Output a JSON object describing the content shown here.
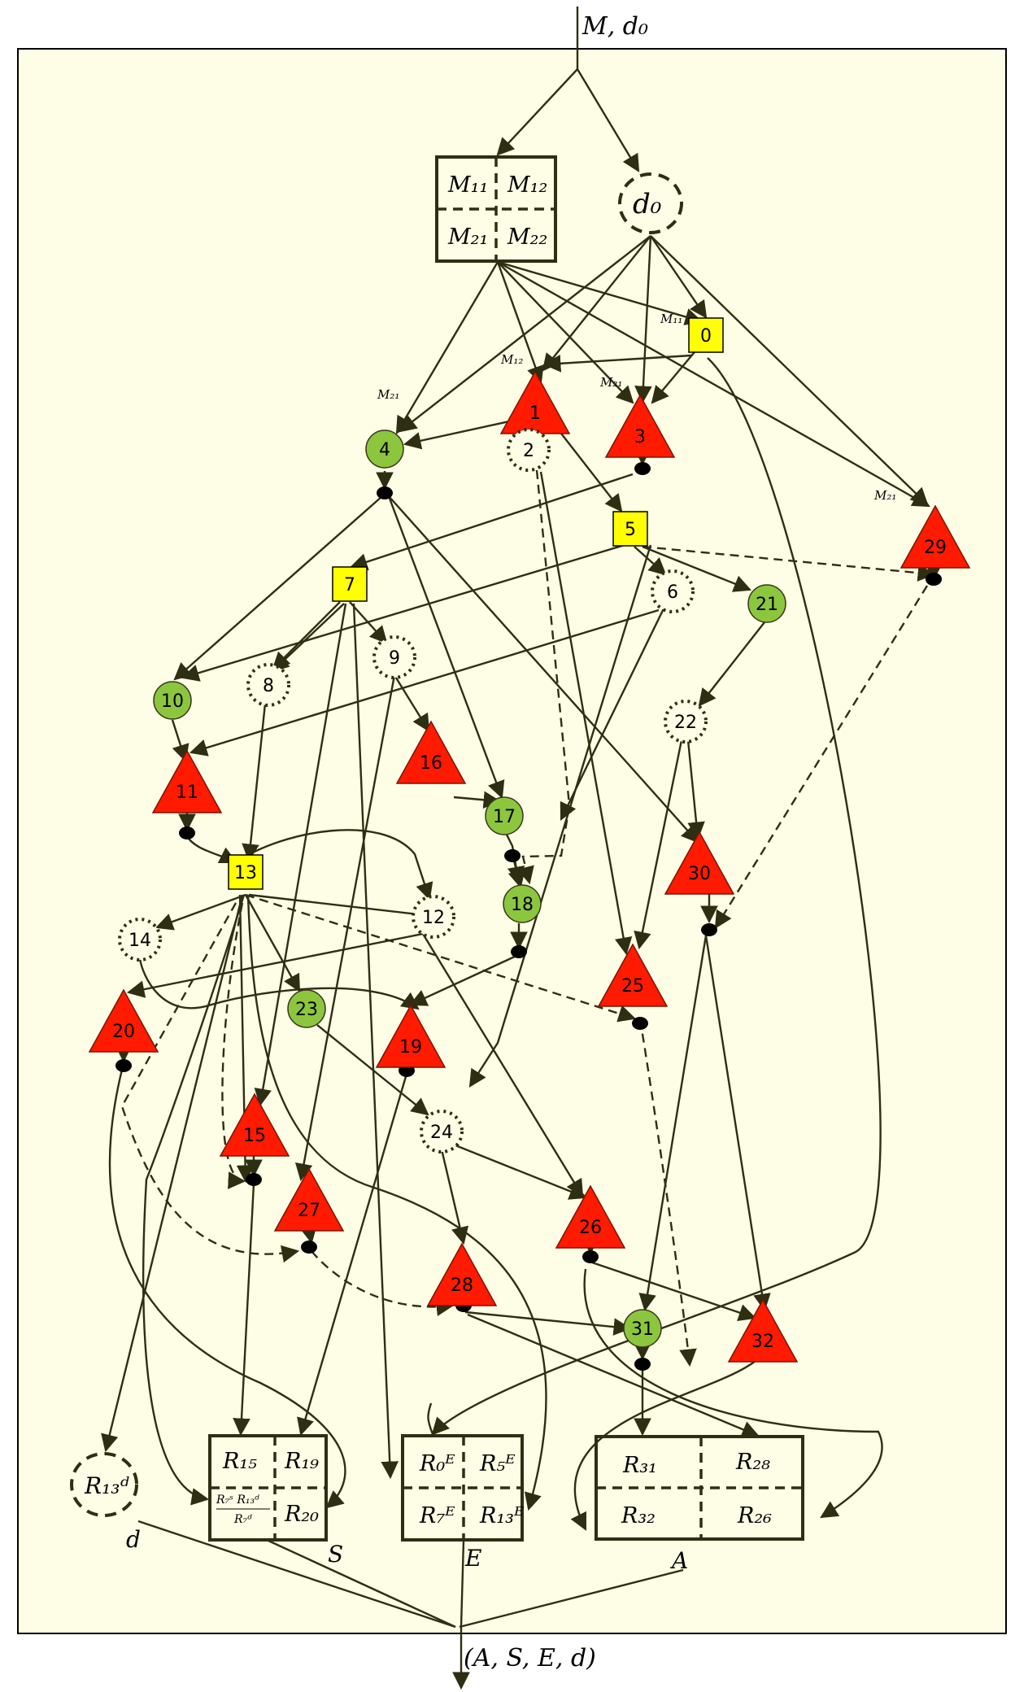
{
  "colors": {
    "background": "#fefde6",
    "edge": "#2e2e12",
    "node_green": "#8cc63f",
    "node_red": "#ff1a00",
    "node_yellow": "#ffff00",
    "frame": "#000000"
  },
  "labels": {
    "input": "M, d₀",
    "output": "(A, S, E, d)"
  },
  "matrix_m": {
    "m11": "M₁₁",
    "m12": "M₁₂",
    "m21": "M₂₁",
    "m22": "M₂₂"
  },
  "d0": "d₀",
  "edge_labels": {
    "m11": "M₁₁",
    "m12": "M₁₂",
    "m21a": "M₂₁",
    "m21b": "M₂₁",
    "m21c": "M₂₁"
  },
  "nodes": {
    "n0": "0",
    "n1": "1",
    "n2": "2",
    "n3": "3",
    "n4": "4",
    "n5": "5",
    "n6": "6",
    "n7": "7",
    "n8": "8",
    "n9": "9",
    "n10": "10",
    "n11": "11",
    "n12": "12",
    "n13": "13",
    "n14": "14",
    "n15": "15",
    "n16": "16",
    "n17": "17",
    "n18": "18",
    "n19": "19",
    "n20": "20",
    "n21": "21",
    "n22": "22",
    "n23": "23",
    "n24": "24",
    "n25": "25",
    "n26": "26",
    "n27": "27",
    "n28": "28",
    "n29": "29",
    "n30": "30",
    "n31": "31",
    "n32": "32"
  },
  "results": {
    "r13d": "R₁₃ᵈ",
    "s": {
      "r15": "R₁₅",
      "r19": "R₁₉",
      "frac_num": "R₇ˢ R₁₃ᵈ",
      "frac_den": "R₇ᵈ",
      "r20": "R₂₀",
      "name": "S"
    },
    "e": {
      "r0": "R₀ᴱ",
      "r5": "R₅ᴱ",
      "r7": "R₇ᴱ",
      "r13": "R₁₃ᴱ",
      "name": "E"
    },
    "a": {
      "r31": "R₃₁",
      "r28": "R₂₈",
      "r32": "R₃₂",
      "r26": "R₂₆",
      "name": "A"
    },
    "d_name": "d"
  }
}
